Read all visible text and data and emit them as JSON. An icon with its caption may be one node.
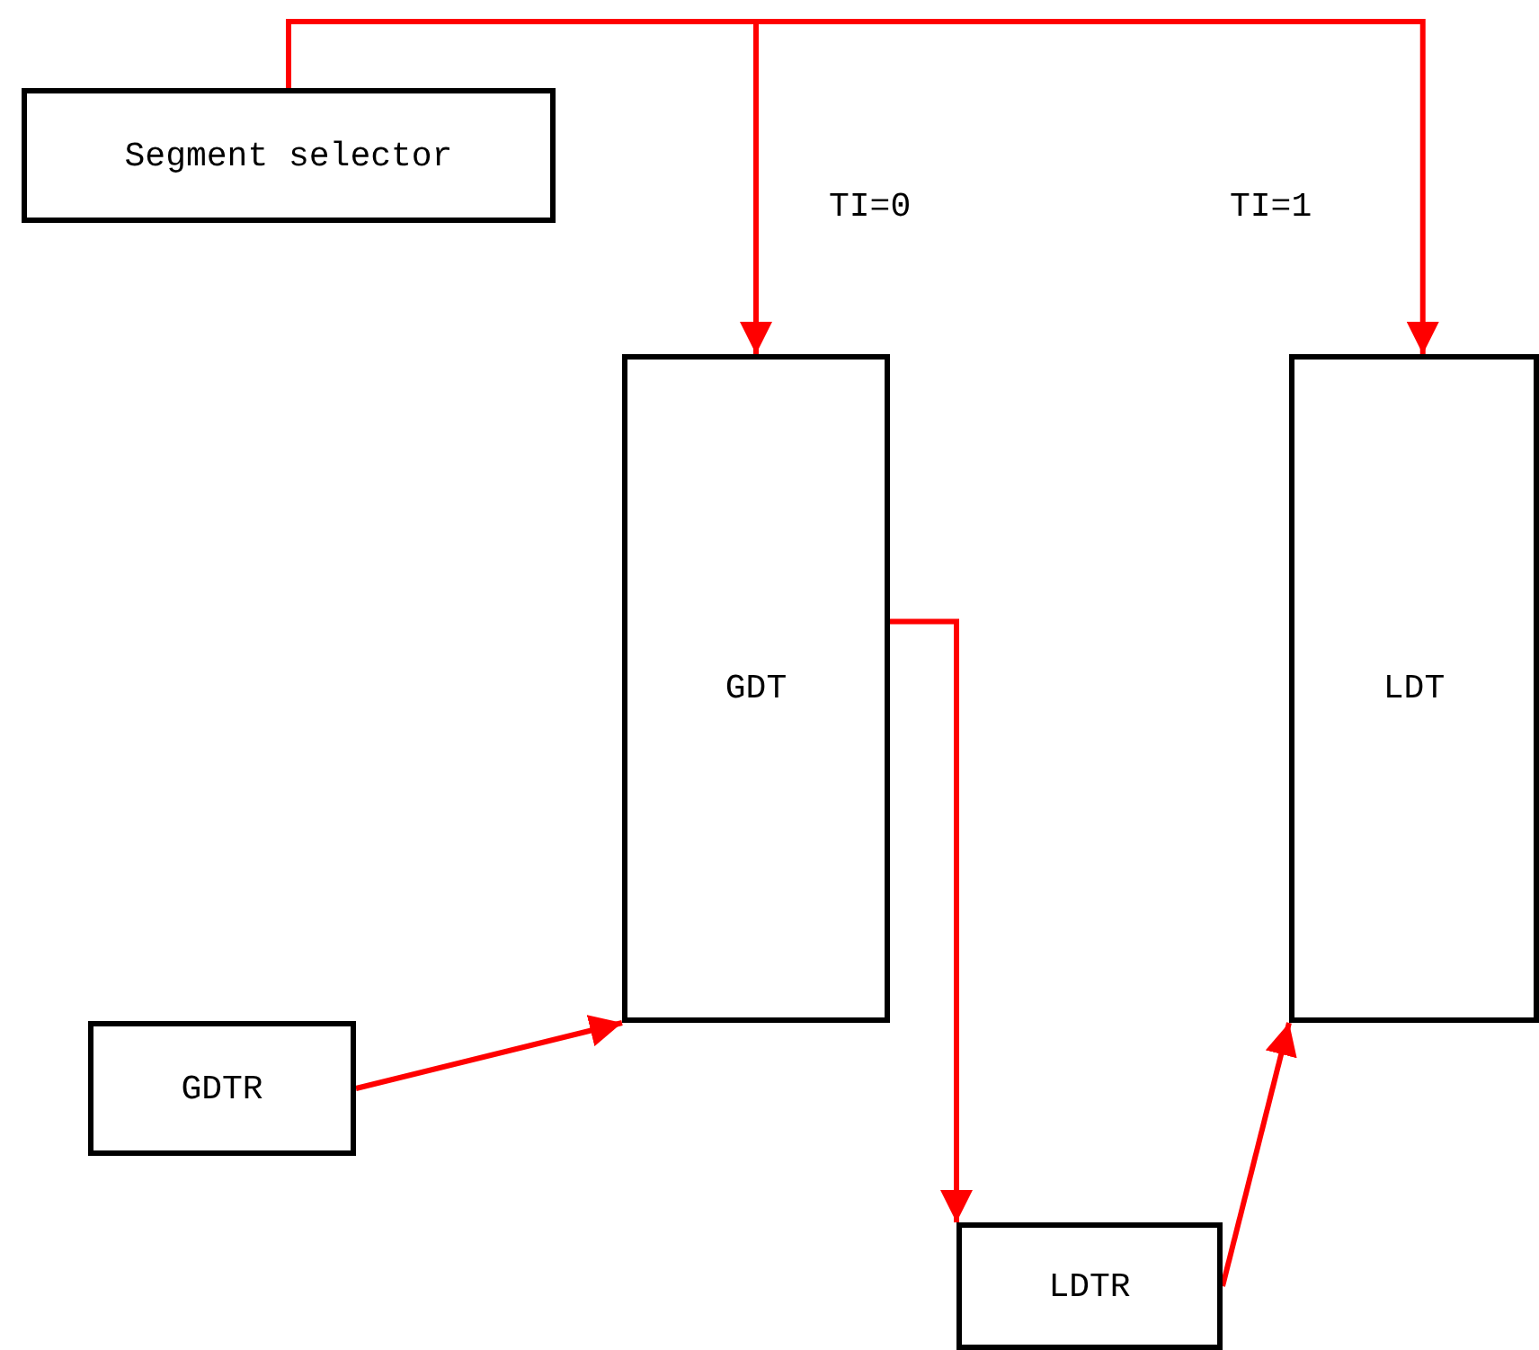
{
  "diagram": {
    "nodes": [
      {
        "text": [
          "Segment selector"
        ]
      },
      {
        "text": [
          "GDT"
        ]
      },
      {
        "text": [
          "LDT"
        ]
      },
      {
        "text": [
          "GDTR"
        ]
      },
      {
        "text": [
          "LDTR"
        ]
      }
    ],
    "edges": [
      {
        "from": 0,
        "to": 1,
        "arrow": "to",
        "label": "TI=0"
      },
      {
        "from": 0,
        "to": 2,
        "arrow": "to",
        "label": "TI=1"
      },
      {
        "from": 1,
        "to": 4,
        "arrow": "to"
      },
      {
        "from": 3,
        "to": 1,
        "arrow": "to"
      },
      {
        "from": 4,
        "to": 2,
        "arrow": "to"
      }
    ]
  }
}
